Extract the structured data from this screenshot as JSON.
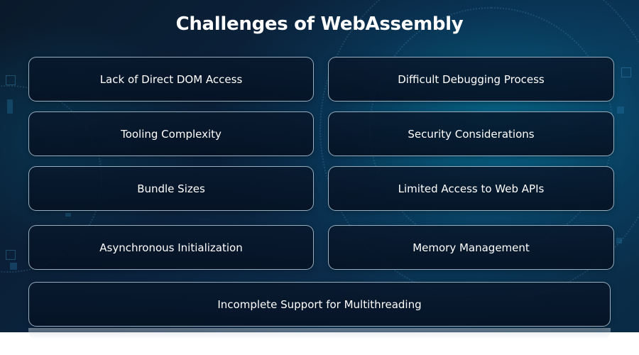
{
  "title": "Challenges of WebAssembly",
  "cards": [
    {
      "label": "Lack of Direct DOM Access"
    },
    {
      "label": "Difficult Debugging Process"
    },
    {
      "label": "Tooling Complexity"
    },
    {
      "label": "Security Considerations"
    },
    {
      "label": "Bundle Sizes"
    },
    {
      "label": "Limited Access to Web APIs"
    },
    {
      "label": "Asynchronous Initialization"
    },
    {
      "label": "Memory Management"
    },
    {
      "label": "Incomplete Support for Multithreading"
    }
  ]
}
